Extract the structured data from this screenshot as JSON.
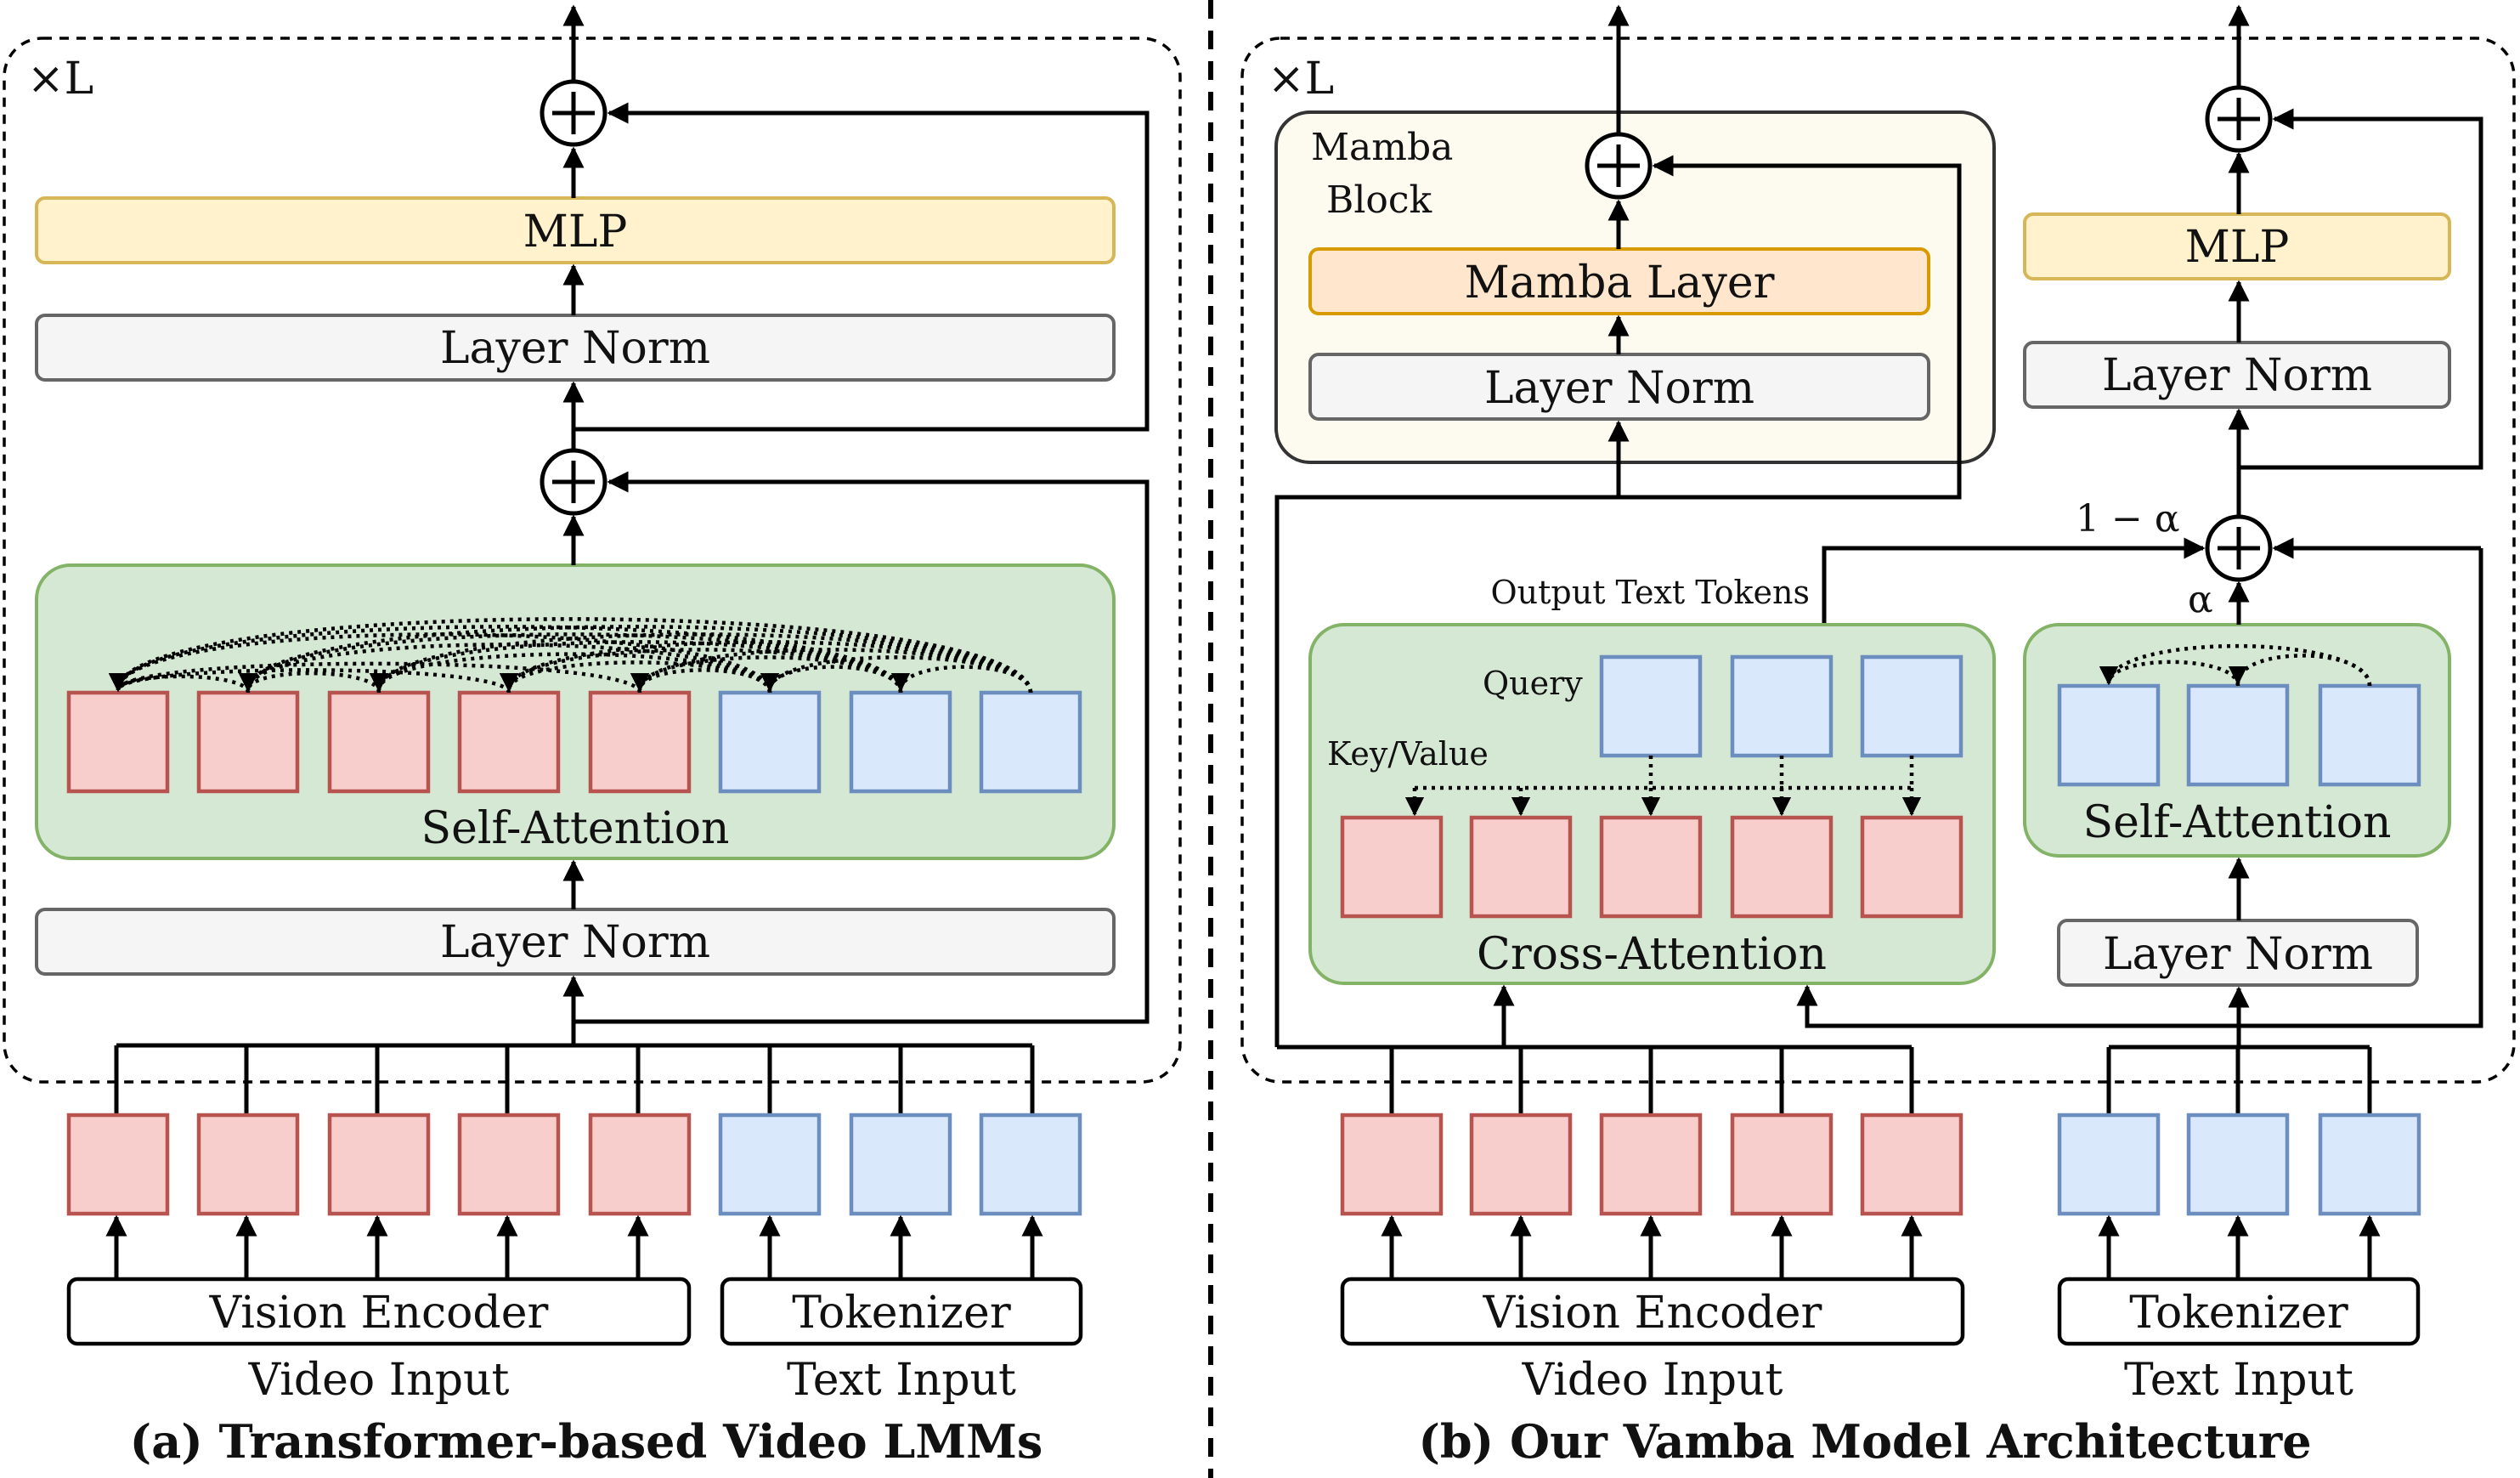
{
  "panel_a": {
    "repeat_label": "×L",
    "mlp": "MLP",
    "layer_norm_top": "Layer Norm",
    "self_attention": "Self-Attention",
    "layer_norm_bottom": "Layer Norm",
    "vision_encoder": "Vision Encoder",
    "tokenizer": "Tokenizer",
    "video_input": "Video Input",
    "text_input": "Text Input",
    "caption": "(a) Transformer-based Video LMMs"
  },
  "panel_b": {
    "repeat_label": "×L",
    "mamba_block_line1": "Mamba",
    "mamba_block_line2": "Block",
    "mamba_layer": "Mamba Layer",
    "layer_norm_mamba": "Layer Norm",
    "mlp": "MLP",
    "layer_norm_mlp": "Layer Norm",
    "one_minus_alpha": "1 − α",
    "alpha": "α",
    "output_text_tokens": "Output Text Tokens",
    "query": "Query",
    "key_value": "Key/Value",
    "cross_attention": "Cross-Attention",
    "self_attention": "Self-Attention",
    "layer_norm_sa": "Layer Norm",
    "vision_encoder": "Vision Encoder",
    "tokenizer": "Tokenizer",
    "video_input": "Video Input",
    "text_input": "Text Input",
    "caption": "(b) Our Vamba Model Architecture"
  },
  "colors": {
    "vision_token_fill": "#f8cecc",
    "text_token_fill": "#dae8fc",
    "attention_fill": "#d5e8d4",
    "mlp_fill": "#fff2cc",
    "mamba_layer_fill": "#ffe6cc",
    "norm_fill": "#f5f5f5"
  }
}
